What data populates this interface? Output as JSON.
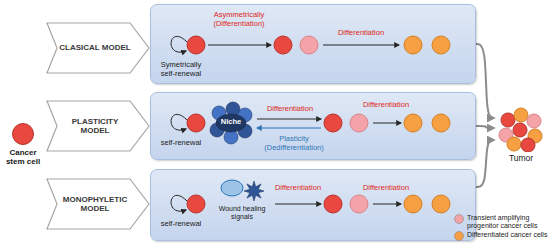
{
  "diagram": {
    "nodes": [
      {
        "text": [
          "Cancer stem cell"
        ]
      },
      {
        "text": [
          "CLASICAL MODEL"
        ]
      },
      {
        "text": [
          "Symetrically self-renewal",
          "Asymmetrically (Differentiation)",
          "Differentiation"
        ]
      },
      {
        "text": [
          "PLASTICITY MODEL"
        ]
      },
      {
        "text": [
          "self-renewal",
          "Differentiation",
          "Differentiation",
          "Plasticity (Dedifferentiation)"
        ]
      },
      {
        "text": [
          "Niche"
        ],
        "in": 4
      },
      {
        "text": [
          "MONOPHYLETIC MODEL"
        ]
      },
      {
        "text": [
          "self-renewal",
          "Differentiation",
          "Differentiation"
        ]
      },
      {
        "text": [
          "Wound healing signals"
        ],
        "in": 7
      },
      {
        "text": [
          "Tumor"
        ]
      }
    ],
    "edges": [
      {
        "from": 2,
        "to": 9,
        "arrow": "to"
      },
      {
        "from": 4,
        "to": 9,
        "arrow": "to"
      },
      {
        "from": 7,
        "to": 9,
        "arrow": "to"
      }
    ],
    "legend": [
      {
        "text": "Transient amplifying progenitor cancer cells",
        "color": "#f4a3a8"
      },
      {
        "text": "Differentiated cancer cells",
        "color": "#f7a043"
      }
    ]
  }
}
